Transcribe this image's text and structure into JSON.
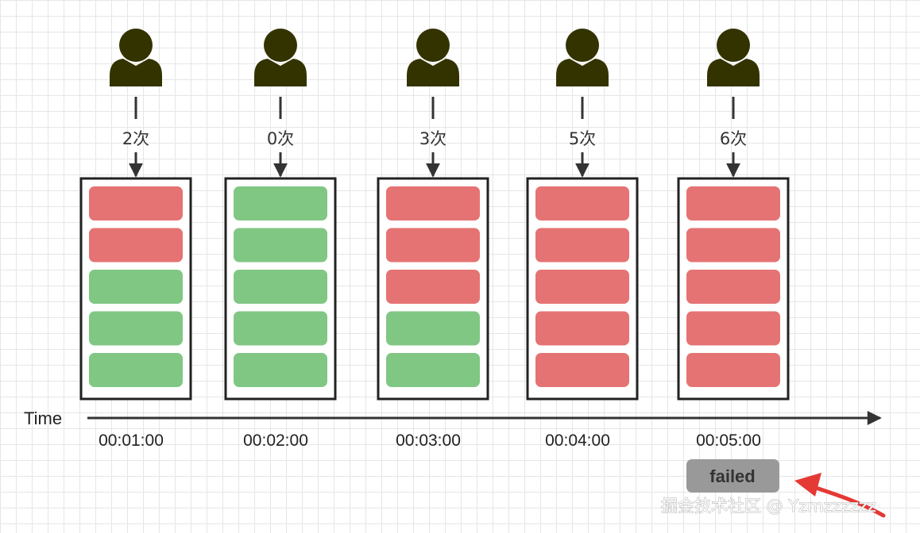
{
  "colors": {
    "blocked": "#e57373",
    "passed": "#81c784",
    "user": "#333300",
    "frame": "#222222",
    "badge": "#999999",
    "accent": "#e53935"
  },
  "icons": {
    "user": "user-icon",
    "pointer": "red-arrow-icon"
  },
  "windows": [
    {
      "count_label": "2次",
      "time": "00:01:00",
      "cells": [
        "blocked",
        "blocked",
        "passed",
        "passed",
        "passed"
      ]
    },
    {
      "count_label": "0次",
      "time": "00:02:00",
      "cells": [
        "passed",
        "passed",
        "passed",
        "passed",
        "passed"
      ]
    },
    {
      "count_label": "3次",
      "time": "00:03:00",
      "cells": [
        "blocked",
        "blocked",
        "blocked",
        "passed",
        "passed"
      ]
    },
    {
      "count_label": "5次",
      "time": "00:04:00",
      "cells": [
        "blocked",
        "blocked",
        "blocked",
        "blocked",
        "blocked"
      ]
    },
    {
      "count_label": "6次",
      "time": "00:05:00",
      "cells": [
        "blocked",
        "blocked",
        "blocked",
        "blocked",
        "blocked"
      ]
    }
  ],
  "axis": {
    "label": "Time"
  },
  "status": {
    "label": "failed"
  },
  "watermark": "掘金技术社区 @ Yzmzzzzzz"
}
